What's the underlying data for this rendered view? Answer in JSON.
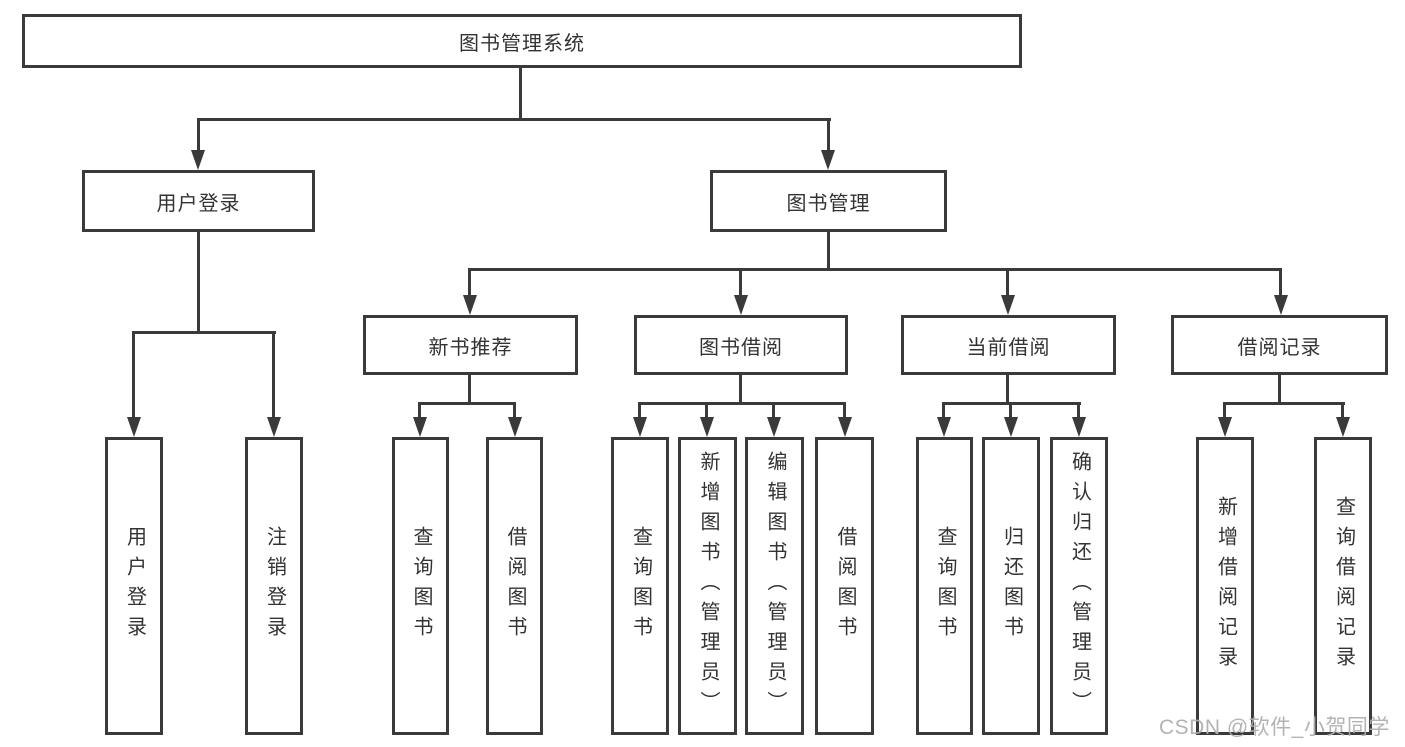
{
  "diagram_type": "hierarchy-tree",
  "nodes": {
    "root": "图书管理系统",
    "level2": {
      "user_login": "用户登录",
      "book_mgmt": "图书管理"
    },
    "level3": {
      "new_book": "新书推荐",
      "book_borrow": "图书借阅",
      "current_borrow": "当前借阅",
      "borrow_records": "借阅记录"
    },
    "leaves": [
      "用户登录",
      "注销登录",
      "查询图书",
      "借阅图书",
      "查询图书",
      "新增图书（管理员）",
      "编辑图书（管理员）",
      "借阅图书",
      "查询图书",
      "归还图书",
      "确认归还（管理员）",
      "新增借阅记录",
      "查询借阅记录"
    ]
  },
  "watermark": "CSDN @软件_小贺同学",
  "colors": {
    "line": "#3a3a3a",
    "text": "#333333",
    "background": "#ffffff",
    "watermark": "#afafaf"
  }
}
